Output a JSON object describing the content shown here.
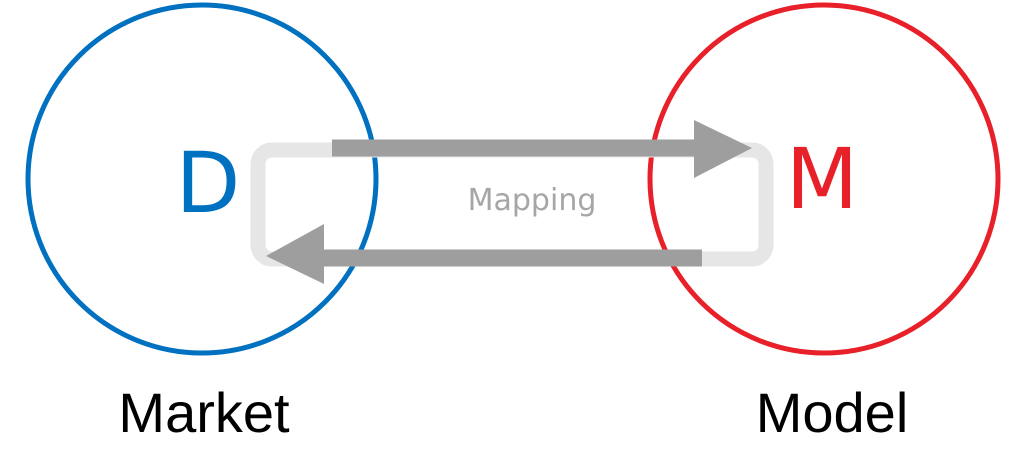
{
  "diagram": {
    "left_node": {
      "letter": "D",
      "caption": "Market",
      "color": "#0070C0"
    },
    "right_node": {
      "letter": "M",
      "caption": "Model",
      "color": "#E8202A"
    },
    "mapping": {
      "label": "Mapping",
      "box_color": "#E6E6E6",
      "arrow_color": "#9E9E9E",
      "label_color": "#A6A6A6"
    }
  }
}
